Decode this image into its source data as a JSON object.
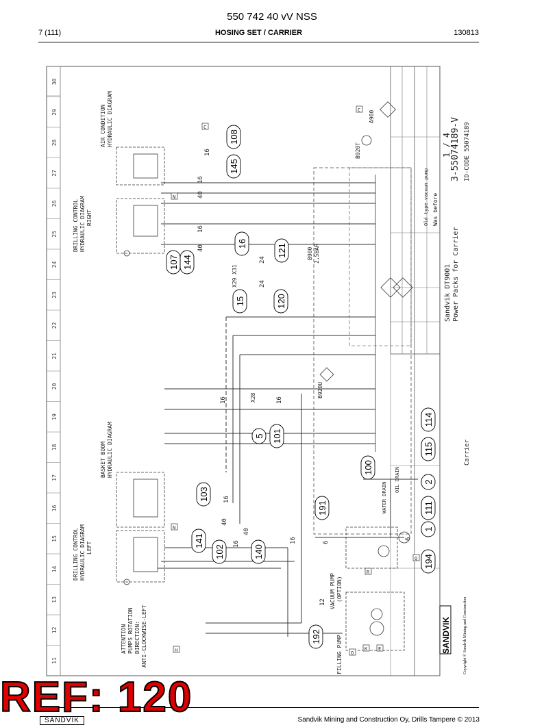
{
  "header": {
    "title": "550 742 40 vV NSS",
    "page": "7 (111)",
    "section": "HOSING SET / CARRIER",
    "code": "130813"
  },
  "footer": {
    "company": "Sandvik Mining and Construction Oy, Drills Tampere © 2013",
    "logo": "SANDVIK"
  },
  "stamp": {
    "ref": "REF: 120"
  },
  "diagram": {
    "border_numbers": [
      "11",
      "12",
      "13",
      "14",
      "15",
      "16",
      "17",
      "18",
      "19",
      "20",
      "21",
      "22",
      "23",
      "24",
      "25",
      "26",
      "27",
      "28",
      "29",
      "30"
    ],
    "labels": {
      "air_condition": "AIR CONDITION",
      "hydraulic_diagram": "HYDRAULIC DIAGRAM",
      "drilling_control": "DRILLING CONTROL",
      "right": "RIGHT",
      "left": "LEFT",
      "basket_boom": "BASKET BOOM",
      "attention": "ATTENTION",
      "pumps_rotation": "PUMPS ROTATION",
      "direction": "DIRECTION:",
      "anti_clockwise": "ANTI-CLOCKWISE-LEFT",
      "vacuum_pump": "VACUUM PUMP",
      "option": "(OPTION)",
      "filling_pump": "FILLING PUMP",
      "water_drain": "WATER DRAIN",
      "oil_drain": "OIL DRAIN",
      "x29_x31": "X29 X31",
      "x28": "X28",
      "b920t": "B920T",
      "a900": "A900",
      "b900": "B900",
      "b900_val": "2,5BAR",
      "b920u": "B920U",
      "sandvik_dt": "Sandvik DT9001",
      "power_packs": "Power Packs for Carrier",
      "drawing_no": "3-55074189-V",
      "id_code": "ID-CODE 55074189",
      "sheet": "1 / 4",
      "old_type": "Old type vacuum pump",
      "was_before": "Was before",
      "carrier": "Carrier",
      "sandvik_logo": "SANDVIK",
      "copyright": "Copyright © Sandvik Mining and Construction"
    },
    "line_numbers": {
      "n16": "16",
      "n40": "40",
      "n24": "24",
      "n6": "6",
      "n12": "12"
    },
    "callouts": [
      "108",
      "145",
      "107",
      "144",
      "16",
      "121",
      "15",
      "120",
      "5",
      "101",
      "114",
      "115",
      "100",
      "2",
      "103",
      "191",
      "111",
      "1",
      "141",
      "102",
      "140",
      "194",
      "192"
    ],
    "boxes": [
      "C",
      "N",
      "N",
      "C",
      "R",
      "O",
      "K",
      "E",
      "H",
      "Q"
    ]
  }
}
